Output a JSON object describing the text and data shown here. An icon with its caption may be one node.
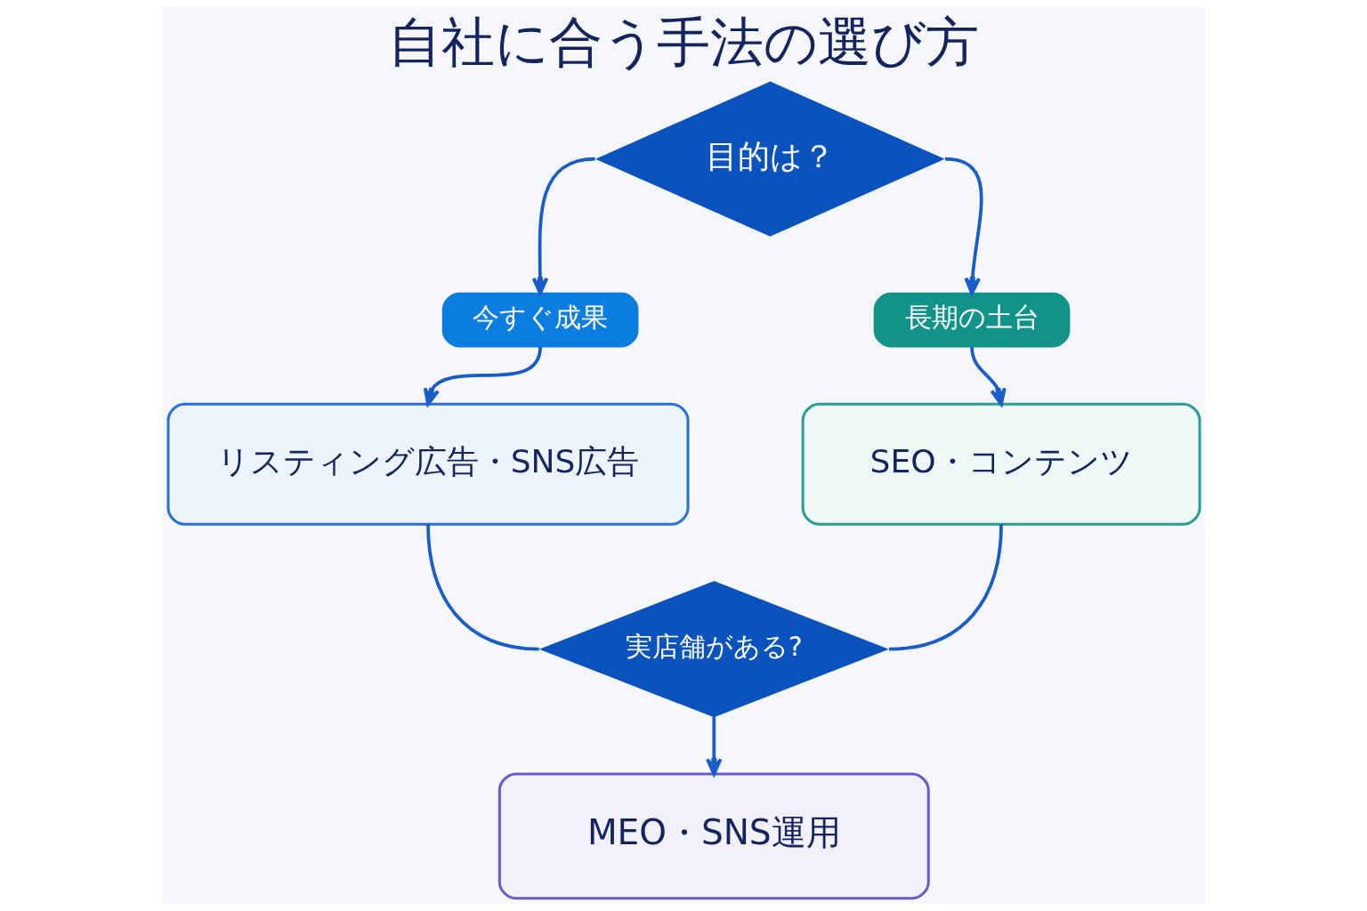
{
  "diagram": {
    "title": "自社に合う手法の選び方",
    "nodes": [
      {
        "text": [
          "目的は？"
        ]
      },
      {
        "text": [
          "今すぐ成果"
        ]
      },
      {
        "text": [
          "長期の土台"
        ]
      },
      {
        "text": [
          "リスティング広告・SNS広告"
        ]
      },
      {
        "text": [
          "SEO・コンテンツ"
        ]
      },
      {
        "text": [
          "実店舗がある?"
        ]
      },
      {
        "text": [
          "MEO・SNS運用"
        ]
      }
    ],
    "edges": [
      {
        "from": 0,
        "to": 1,
        "arrow": "to"
      },
      {
        "from": 0,
        "to": 2,
        "arrow": "to"
      },
      {
        "from": 1,
        "to": 3,
        "arrow": "to"
      },
      {
        "from": 2,
        "to": 4,
        "arrow": "to"
      },
      {
        "from": 3,
        "to": 5,
        "arrow": "none"
      },
      {
        "from": 4,
        "to": 5,
        "arrow": "none"
      },
      {
        "from": 5,
        "to": 6,
        "arrow": "to"
      }
    ]
  }
}
